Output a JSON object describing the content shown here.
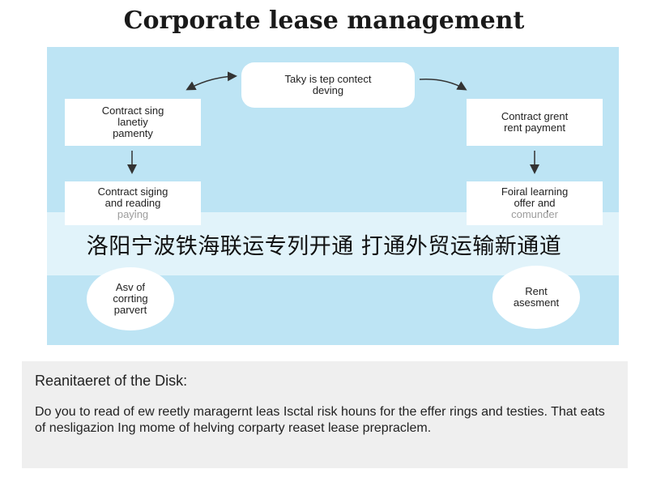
{
  "title": "Corporate lease management",
  "diagram": {
    "nodes": {
      "top": "Taky is tep contect\ndeving",
      "left_top": "Contract sing\nlanetiy\npamenty",
      "left_mid": "Contract siging\nand reading\npaying",
      "left_bottom": "Asv of\ncorrting\nparvert",
      "right_top": "Contract grent\nrent payment",
      "right_mid": "Foiral learning\noffer and\ncomunder",
      "right_bottom": "Rent\nasesment"
    }
  },
  "overlay_caption": "洛阳宁波铁海联运专列开通 打通外贸运输新通道",
  "note": {
    "heading": "Reanitaeret of the Disk:",
    "body": "Do you to read of ew reetly maragernt leas Isctal risk houns for the effer rings and testies.  That eats of nesligazion Ing mome of helving corparty reaset lease preprаclem."
  },
  "colors": {
    "panel": "#bde4f4",
    "box": "#ffffff",
    "arrow": "#333333",
    "note_bg": "#efefef"
  }
}
